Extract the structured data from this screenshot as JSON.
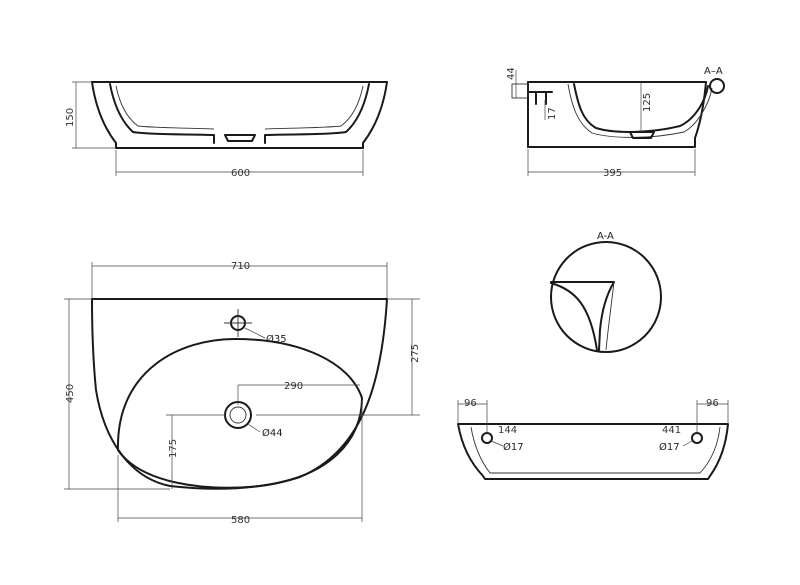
{
  "views": {
    "top_front": {
      "height_dim": "150",
      "width_dim": "600"
    },
    "top_side": {
      "dim_44": "44",
      "dim_17": "17",
      "dim_125": "125",
      "width_dim": "395",
      "section_label": "A–A"
    },
    "plan": {
      "dim_710": "710",
      "dim_450": "450",
      "dim_275": "275",
      "dim_290": "290",
      "dim_175": "175",
      "dim_580": "580",
      "tap_hole": "Ø35",
      "drain_hole": "Ø44"
    },
    "detail": {
      "title": "A-A"
    },
    "back": {
      "dim_96_left": "96",
      "dim_96_right": "96",
      "dim_144": "144",
      "dim_441": "441",
      "hole_left": "Ø17",
      "hole_right": "Ø17"
    }
  }
}
